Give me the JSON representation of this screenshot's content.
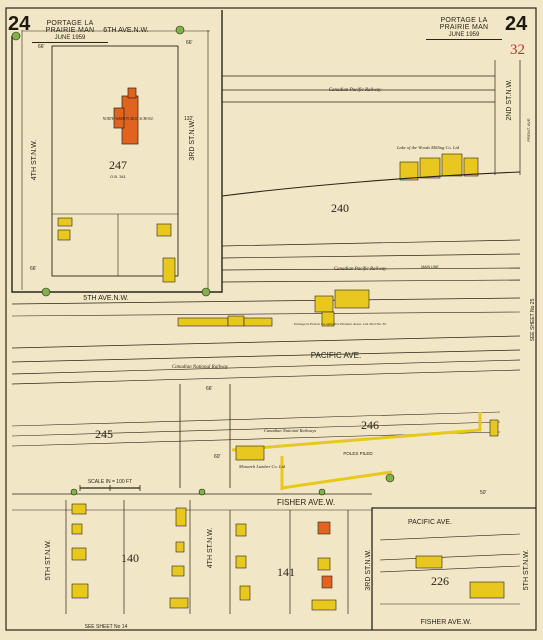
{
  "header": {
    "sheet_number": "24",
    "sheet_number_right": "24",
    "city": "PORTAGE LA PRAIRIE MAN",
    "date": "JUNE 1959",
    "page_mark": "32"
  },
  "streets": {
    "ave6": "6TH AVE.N.W.",
    "ave5": "5TH AVE.N.W.",
    "st4_top": "4TH ST.N.W.",
    "st3_top": "3RD ST.N.W.",
    "st2": "2ND ST.N.W.",
    "pacific": "PACIFIC AVE.",
    "pacific_lower": "PACIFIC AVE.",
    "fisher_w": "FISHER AVE.W.",
    "fisher_w_lower": "FISHER AVE.W.",
    "st5_bottom": "5TH ST.N.W.",
    "st4_bottom": "4TH ST.N.W.",
    "st3_bottom": "3RD ST.N.W.",
    "st5_right": "5TH ST.N.W.",
    "st_small": "PRONT. AVE"
  },
  "blocks": {
    "b247": "247",
    "b247_sub": "O.B. 341",
    "b240": "240",
    "b245": "245",
    "b246": "246",
    "b140": "140",
    "b141": "141",
    "b226": "226"
  },
  "labels": {
    "school": "NORTH WARD PUBLIC SCHOOL",
    "cpr_top": "Canadian Pacific Railway",
    "cpr_main": "Canadian Pacific Railway",
    "cpr_main_note": "MAIN LINE",
    "cnr": "Canadian National Railway",
    "cnr2": "Canadian National Railways",
    "lake_woods": "Lake of the Woods Milling Co. Ltd",
    "elevator": "Portage la Prairie Co-operative Elevator Assoc. Ltd. Peel No. 30",
    "monarch": "Monarch Lumber Co. Ltd",
    "poles_piled": "POLES PILED",
    "see_sheet_25": "SEE SHEET No 25",
    "see_sheet_14": "SEE SHEET No 14",
    "scale": "SCALE IN = 100 FT"
  },
  "dims": {
    "d66": "66'",
    "d60": "60'",
    "d50": "50'",
    "d132": "132'"
  },
  "colors": {
    "paper": "#f1e7c7",
    "frame": "#e6dcc0",
    "ink": "#2b2418",
    "frame_building": "#e8c81e",
    "brick_building": "#e0641f",
    "red_mark": "#c0312b"
  }
}
